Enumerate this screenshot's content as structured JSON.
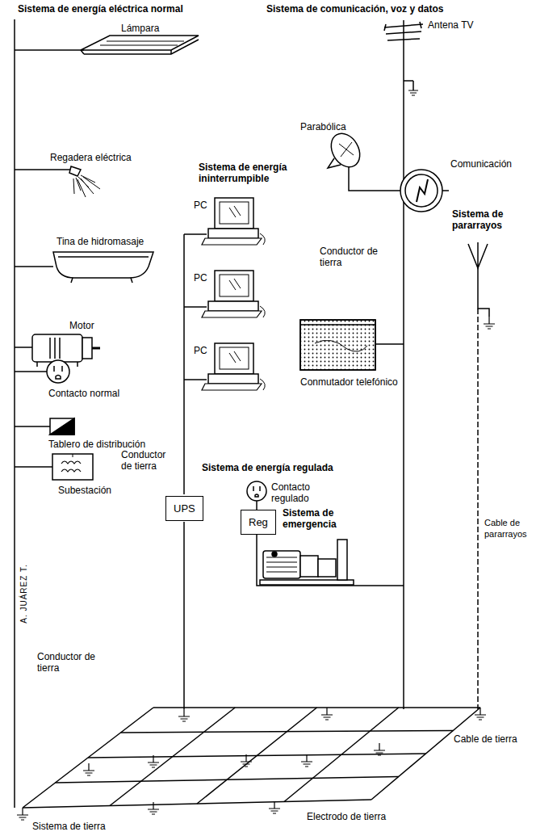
{
  "diagram": {
    "nodes": [
      {
        "text": [
          "UPS"
        ]
      },
      {
        "text": [
          "Reg"
        ]
      }
    ],
    "labels": [
      "Sistema de energía eléctrica normal",
      "Lámpara",
      "Regadera eléctrica",
      "Tina de hidromasaje",
      "Motor",
      "Contacto normal",
      "Tablero de distribución",
      "Subestación",
      "Conductor de tierra",
      "Sistema de tierra",
      "Electrodo de tierra",
      "Cable de tierra",
      "Sistema de comunicación, voz y datos",
      "Antena TV",
      "Parabólica",
      "Comunicación",
      "Sistema de energía ininterrumpible",
      "PC",
      "PC",
      "PC",
      "Conductor de tierra",
      "Conmutador telefónico",
      "Conductor de tierra",
      "Sistema de energía regulada",
      "Contacto regulado",
      "Sistema de emergencia",
      "Sistema de pararrayos",
      "Cable de pararrayos",
      "A. JUÁREZ T."
    ]
  }
}
